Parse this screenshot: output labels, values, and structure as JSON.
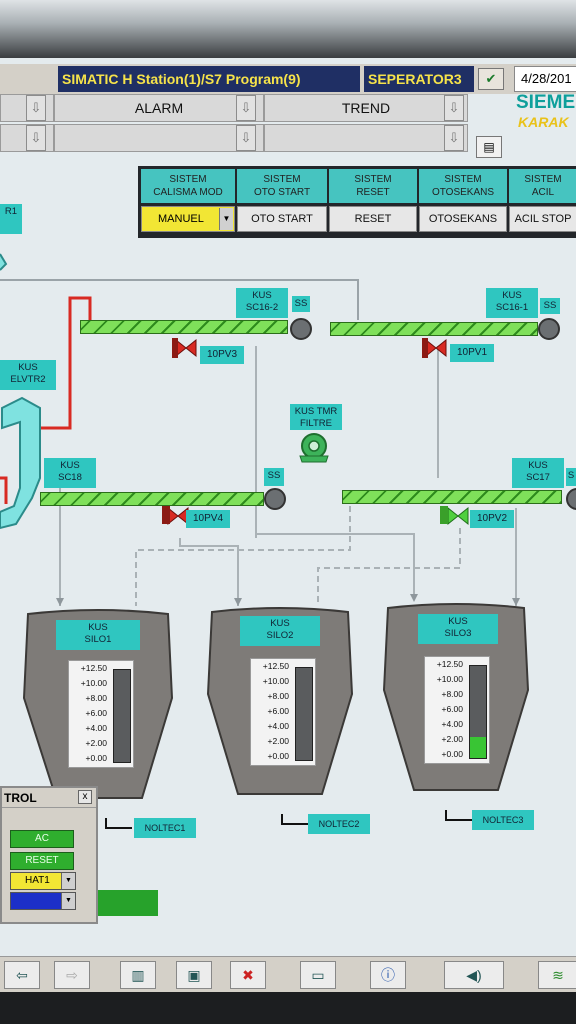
{
  "titlebar": {
    "station": "SIMATIC H Station(1)/S7 Program(9)",
    "screen": "SEPERATOR3",
    "date": "4/28/201"
  },
  "brand": {
    "name": "SIEME",
    "sub": "KARAK"
  },
  "nav": {
    "row1": [
      "",
      "ALARM",
      "TREND"
    ],
    "row2": [
      "",
      "",
      ""
    ],
    "arrow_glyph": "⇩"
  },
  "system": [
    {
      "head": "SISTEM\nCALISMA MOD",
      "button": "MANUEL",
      "type": "select"
    },
    {
      "head": "SISTEM\nOTO START",
      "button": "OTO START",
      "type": "button"
    },
    {
      "head": "SISTEM\nRESET",
      "button": "RESET",
      "type": "button"
    },
    {
      "head": "SISTEM\nOTOSEKANS",
      "button": "OTOSEKANS",
      "type": "button"
    },
    {
      "head": "SISTEM\nACIL",
      "button": "ACIL STOP",
      "type": "button"
    }
  ],
  "process": {
    "partial_left_tag": "R1",
    "elevator": "KUS\nELVTR2",
    "sc16_2": "KUS\nSC16-2",
    "sc16_1": "KUS\nSC16-1",
    "sc18": "KUS\nSC18",
    "sc17": "KUS\nSC17",
    "ss": "SS",
    "ss_partial": "S",
    "filter": "KUS TMR\nFILTRE",
    "valves": {
      "v3": "10PV3",
      "v1": "10PV1",
      "v4": "10PV4",
      "v2": "10PV2"
    }
  },
  "silos": [
    {
      "label": "KUS\nSILO1",
      "level": 0,
      "noltec": "NOLTEC1"
    },
    {
      "label": "KUS\nSILO2",
      "level": 0,
      "noltec": "NOLTEC2"
    },
    {
      "label": "KUS\nSILO3",
      "level": 2.8,
      "noltec": "NOLTEC3"
    }
  ],
  "gauge_scale": [
    "+12.50",
    "+10.00",
    "+8.00",
    "+6.00",
    "+4.00",
    "+2.00",
    "+0.00"
  ],
  "gauge_max": 12.5,
  "control_popup": {
    "title": "TROL",
    "close": "x",
    "ac": "AC",
    "reset": "RESET",
    "hat": "HAT1",
    "blue_value": ""
  },
  "colors": {
    "accent": "#2fc6c0",
    "conveyor": "#7fe05a",
    "title_bg": "#1f2f64",
    "title_fg": "#f6e34a"
  }
}
